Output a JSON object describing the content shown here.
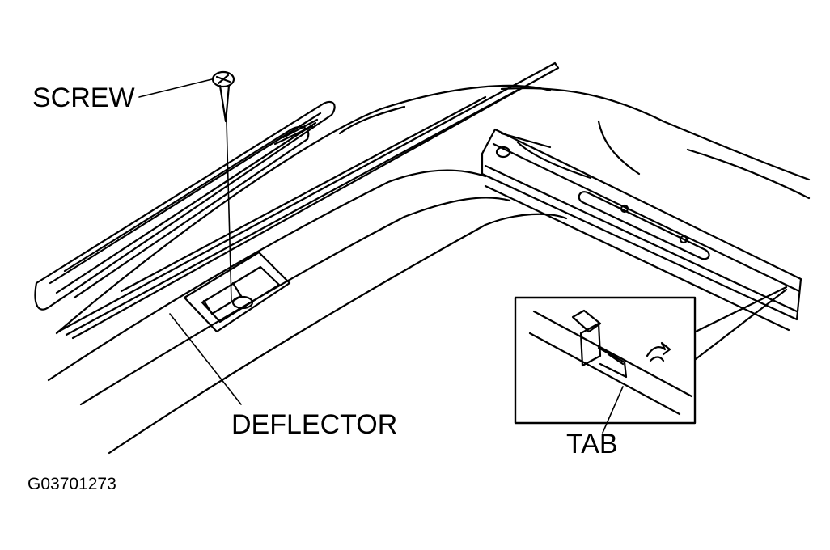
{
  "labels": {
    "screw": "SCREW",
    "deflector": "DEFLECTOR",
    "tab": "TAB",
    "figure_code": "G03701273"
  },
  "colors": {
    "line": "#000000",
    "background": "#ffffff"
  }
}
